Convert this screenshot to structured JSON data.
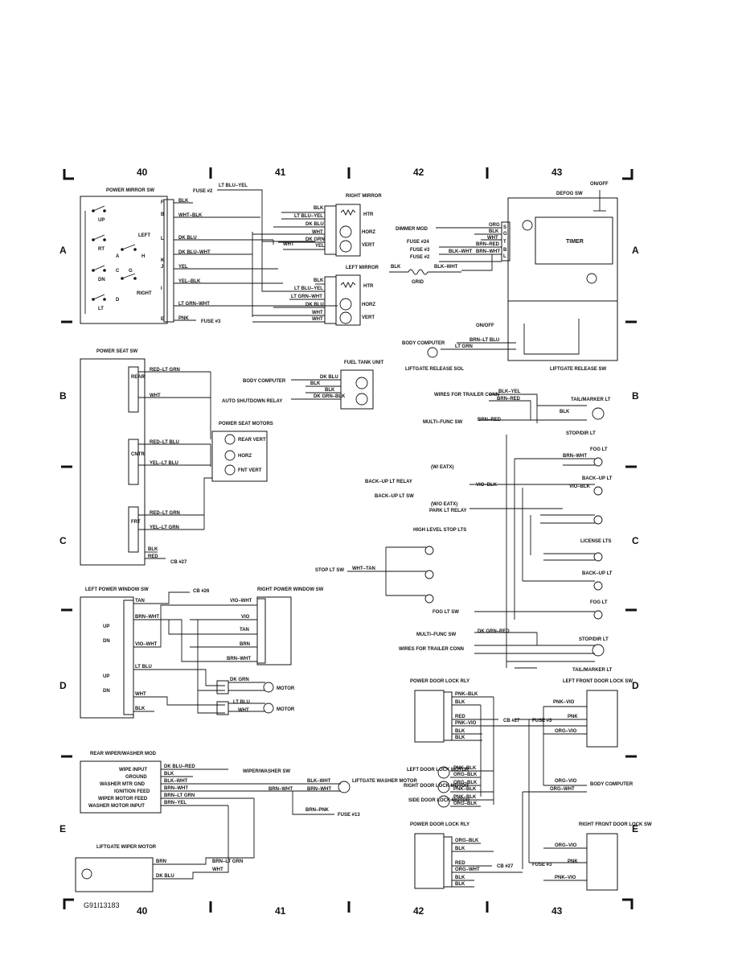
{
  "columns": [
    "40",
    "41",
    "42",
    "43"
  ],
  "rows": [
    "A",
    "B",
    "C",
    "D",
    "E"
  ],
  "figure_id": "G91I13183",
  "power_mirror": {
    "title": "POWER MIRROR SW",
    "fuse_in": "FUSE #2",
    "fuse_in_wire": "LT BLU–YEL",
    "terminals": [
      "F",
      "B",
      "L",
      "K",
      "J",
      "I",
      "E"
    ],
    "sw_labels": [
      "UP",
      "RT",
      "DN",
      "LT",
      "LEFT",
      "RIGHT",
      "A",
      "H",
      "G",
      "C",
      "D"
    ],
    "wires": [
      "BLK",
      "WHT–BLK",
      "DK BLU",
      "DK BLU–WHT",
      "YEL",
      "YEL–BLK",
      "LT GRN–WHT",
      "PNK"
    ],
    "fuse_out": "FUSE #3"
  },
  "right_mirror": {
    "title": "RIGHT MIRROR",
    "wires": [
      "BLK",
      "LT BLU–YEL",
      "DK BLU",
      "WHT",
      "DK GRN",
      "YEL"
    ],
    "outputs": [
      "HTR",
      "HORZ",
      "VERT"
    ]
  },
  "left_mirror": {
    "title": "LEFT MIRROR",
    "wires": [
      "BLK",
      "LT BLU–YEL",
      "LT GRN–WHT",
      "DK BLU",
      "WHT",
      "WHT"
    ],
    "outputs": [
      "HTR",
      "HORZ",
      "VERT"
    ]
  },
  "defog": {
    "title": "DEFOG SW",
    "on_off": "ON/OFF",
    "timer": "TIMER",
    "inputs": [
      "DIMMER MOD",
      "FUSE #24",
      "FUSE #3",
      "FUSE #2"
    ],
    "wires": [
      "ORG",
      "BLK",
      "WHT",
      "BRN–RED",
      "BLK–WHT",
      "BRN–WHT"
    ],
    "pins": [
      "S",
      "G",
      "T",
      "B",
      "L"
    ],
    "grid": "GRID",
    "grid_wires": [
      "BLK",
      "BLK–WHT"
    ]
  },
  "liftgate": {
    "on_off": "ON/OFF",
    "body_computer": "BODY COMPUTER",
    "wires": [
      "BRN–LT BLU",
      "LT GRN",
      "BLK"
    ],
    "sol": "LIFTGATE RELEASE SOL",
    "sw": "LIFTGATE RELEASE SW"
  },
  "power_seat": {
    "title": "POWER SEAT SW",
    "sections": [
      "REAR",
      "CNTR",
      "FRT"
    ],
    "wires": [
      "RED–LT GRN",
      "WHT",
      "RED–LT BLU",
      "YEL–LT BLU",
      "RED–LT GRN",
      "YEL–LT GRN",
      "BLK",
      "RED"
    ],
    "cb": "CB #27",
    "motors_title": "POWER SEAT MOTORS",
    "motors": [
      "REAR VERT",
      "HORZ",
      "FNT VERT"
    ]
  },
  "fuel": {
    "title": "FUEL TANK UNIT",
    "inputs": [
      "BODY COMPUTER",
      "AUTO SHUTDOWN RELAY"
    ],
    "wires": [
      "DK BLU",
      "BLK",
      "BLK",
      "DK GRN–BLK"
    ]
  },
  "lights": {
    "wires_for_trailer": "WIRES FOR TRAILER CONN",
    "multi_func": "MULTI–FUNC SW",
    "backup_relay": "BACK–UP LT RELAY",
    "backup_sw": "BACK–UP LT SW",
    "park_relay": "PARK LT RELAY",
    "w_eatx": "(W/ EATX)",
    "wo_eatx": "(W/O EATX)",
    "stop_lt_sw": "STOP LT SW",
    "fog_lt_sw": "FOG LT SW",
    "high_level": "HIGH LEVEL STOP LTS",
    "lamps": [
      "TAIL/MARKER LT",
      "STOP/DIR LT",
      "FOG LT",
      "BACK–UP LT",
      "LICENSE LTS",
      "BACK–UP LT",
      "FOG LT",
      "STOP/DIR LT",
      "TAIL/MARKER LT"
    ],
    "wires": [
      "BLK–YEL",
      "BRN–RED",
      "BLK",
      "BRN–WHT",
      "VIO–BLK",
      "WHT–TAN",
      "DK GRN–RED"
    ]
  },
  "windows": {
    "left_title": "LEFT POWER WINDOW SW",
    "right_title": "RIGHT POWER WINDOW SW",
    "cb": "CB #26",
    "sw_labels": [
      "UP",
      "DN",
      "UP",
      "DN"
    ],
    "wires": [
      "TAN",
      "BRN–WHT",
      "VIO–WHT",
      "LT BLU",
      "WHT",
      "BLK",
      "VIO",
      "TAN",
      "BRN",
      "DK GRN"
    ],
    "motor": "MOTOR"
  },
  "door_locks": {
    "relay": "POWER DOOR LOCK RLY",
    "left_front": "LEFT FRONT DOOR LOCK SW",
    "right_front": "RIGHT FRONT DOOR LOCK SW",
    "motors": [
      "LEFT DOOR LOCK MOTOR",
      "RIGHT DOOR LOCK MOTOR",
      "SIDE DOOR LOCK MOTOR"
    ],
    "body_computer": "BODY COMPUTER",
    "cb": "CB #27",
    "fuse": "FUSE #3",
    "wires": [
      "PNK–BLK",
      "BLK",
      "RED",
      "PNK–VIO",
      "ORG–BLK",
      "ORG–VIO",
      "ORG–WHT",
      "PNK"
    ]
  },
  "wiper": {
    "title": "REAR WIPER/WASHER MOD",
    "inputs": [
      "WIPE INPUT",
      "GROUND",
      "WASHER MTR GND",
      "IGNITION FEED",
      "WIPER MOTOR FEED",
      "WASHER MOTOR INPUT"
    ],
    "wires": [
      "DK BLU–RED",
      "BLK",
      "BLK–WHT",
      "BRN–WHT",
      "BRN–LT GRN",
      "BRN–YEL"
    ],
    "sw": "WIPER/WASHER SW",
    "washer_motor": "LIFTGATE WASHER MOTOR",
    "fuse": "FUSE #13",
    "fuse_wire": "BRN–PNK",
    "motor_title": "LIFTGATE WIPER MOTOR",
    "motor_wires": [
      "BRN",
      "DK BLU",
      "WHT",
      "BRN–LT GRN"
    ]
  }
}
